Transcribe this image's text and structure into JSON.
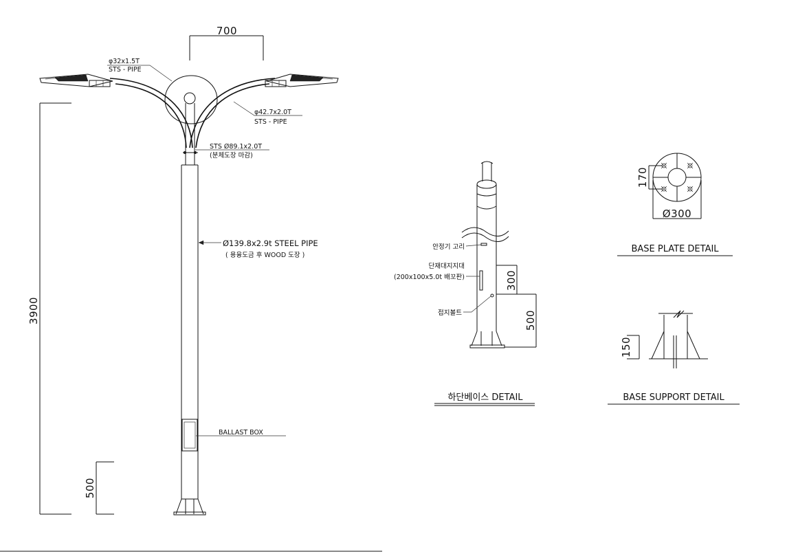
{
  "main_elevation": {
    "dim_arm_spacing": "700",
    "dim_height": "3900",
    "dim_base": "500",
    "label_arm_pipe_line1": "φ32x1.5T",
    "label_arm_pipe_line2": "STS - PIPE",
    "label_curve_pipe_line1": "φ42.7x2.0T",
    "label_curve_pipe_line2": "STS - PIPE",
    "label_top_pipe_line1": "STS Ø89.1x2.0T",
    "label_top_pipe_line2": "(분체도장 마감)",
    "label_main_pipe_line1": "Ø139.8x2.9t STEEL PIPE",
    "label_main_pipe_line2": "( 용융도금 후 WOOD 도장 )",
    "label_ballast": "BALLAST BOX"
  },
  "base_detail": {
    "title": "하단베이스 DETAIL",
    "label_ring": "안정기 고리",
    "label_support_line1": "단재대지지대",
    "label_support_line2": "(200x100x5.0t 배꼬판)",
    "label_bolt": "접지볼트",
    "dim_upper": "300",
    "dim_lower": "500"
  },
  "base_plate_detail": {
    "title": "BASE PLATE DETAIL",
    "dim_height": "170",
    "dim_diameter": "Ø300"
  },
  "base_support_detail": {
    "title": "BASE SUPPORT DETAIL",
    "dim_height": "150"
  }
}
